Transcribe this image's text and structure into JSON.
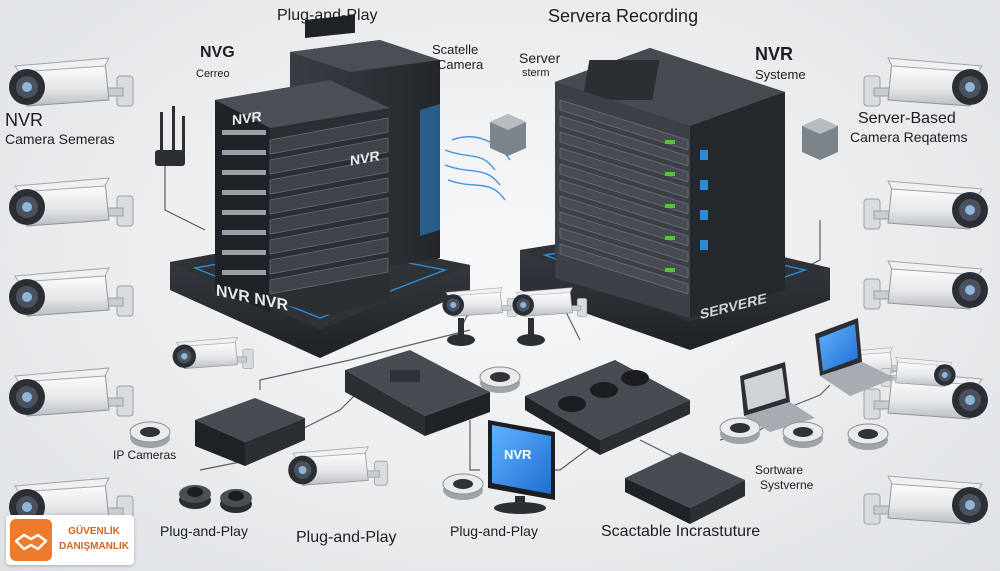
{
  "labels": {
    "plug_and_play_top": "Plug-and-Play",
    "servera_recording": "Servera Recording",
    "nvg": "NVG",
    "cerreo": "Cerreo",
    "scatelle": "Scatelle",
    "camera": "Camera",
    "server": "Server",
    "sterm": "sterm",
    "nvr_top_right": "NVR",
    "systeme": "Systeme",
    "nvr_left": "NVR",
    "camera_semeras": "Camera Semeras",
    "server_based": "Server-Based",
    "camera_reqatems": "Camera Reqatems",
    "ip_cameras": "IP Cameras",
    "software": "Sortware",
    "systverne": "Systverne",
    "plug_and_play_b1": "Plug-and-Play",
    "plug_and_play_b2": "Plug-and-Play",
    "plug_and_play_b3": "Plug-and-Play",
    "scactable": "Scactable Incrastuture",
    "nvr_rack_front": "NVR",
    "nvr_rack_side": "NVR",
    "nvr_base": "NVR NVR",
    "servere_base": "SERVERE",
    "monitor_nvr": "NVR"
  },
  "logo": {
    "line1": "GÜVENLİK",
    "line2": "DANIŞMANLIK"
  },
  "colors": {
    "accent_blue": "#2d8ad8",
    "led_green": "#5cc23a",
    "device_dark": "#2f3237",
    "camera_white": "#f2f3f4",
    "logo_orange": "#ee7b2c"
  }
}
